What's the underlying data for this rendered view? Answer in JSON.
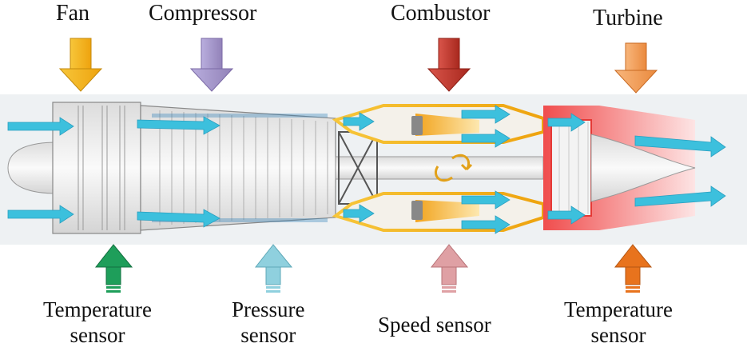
{
  "top_labels": {
    "fan": "Fan",
    "compressor": "Compressor",
    "combustor": "Combustor",
    "turbine": "Turbine"
  },
  "bottom_labels": {
    "temperature_sensor_1": [
      "Temperature",
      "sensor"
    ],
    "pressure_sensor": [
      "Pressure",
      "sensor"
    ],
    "speed_sensor": "Speed sensor",
    "temperature_sensor_2": [
      "Temperature",
      "sensor"
    ]
  },
  "colors": {
    "fan_arrow": "#f2b318",
    "compressor_arrow": "#a89ac8",
    "combustor_arrow": "#c0392b",
    "turbine_arrow": "#f2a15a",
    "temp_sensor_1_arrow": "#1e9e5a",
    "pressure_sensor_arrow": "#8fd0de",
    "speed_sensor_arrow": "#dfa0a4",
    "temp_sensor_2_arrow": "#e8731d",
    "airflow": "#3cc0dd",
    "combustor_casing": "#e0a53a",
    "turbine_casing": "#e53935"
  }
}
